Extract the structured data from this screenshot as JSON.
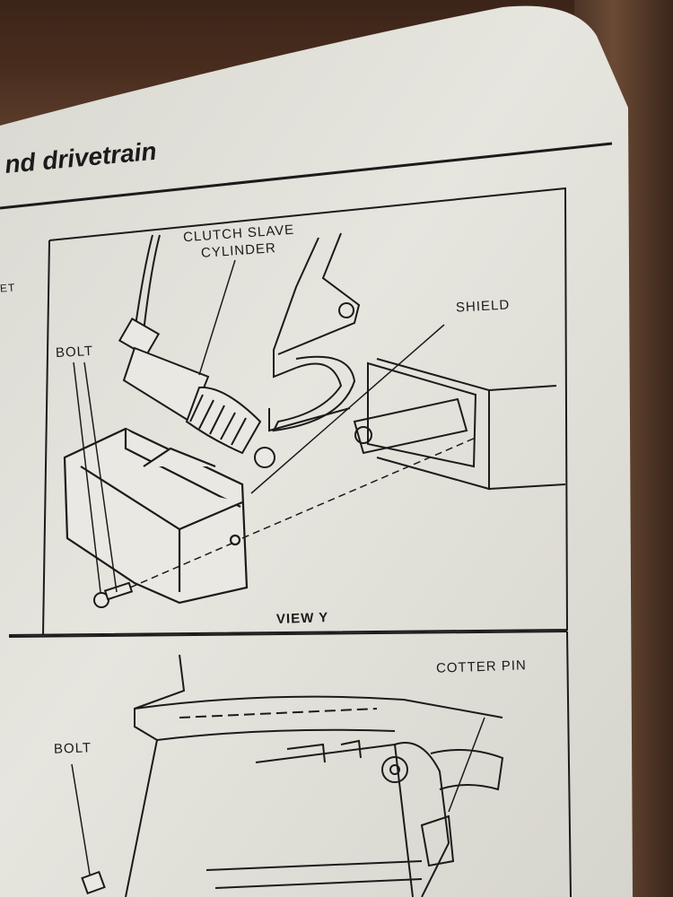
{
  "header": {
    "section_title": "nd drivetrain"
  },
  "edge_text": "ET",
  "figure_upper": {
    "labels": {
      "clutch_slave_line1": "CLUTCH SLAVE",
      "clutch_slave_line2": "CYLINDER",
      "shield": "SHIELD",
      "bolt": "BOLT",
      "caption": "VIEW Y"
    }
  },
  "figure_lower": {
    "labels": {
      "cotter_pin": "COTTER PIN",
      "bolt": "BOLT"
    }
  },
  "colors": {
    "paper": "#e4e3dc",
    "ink": "#1b1b1b",
    "background": "#3b2418"
  }
}
